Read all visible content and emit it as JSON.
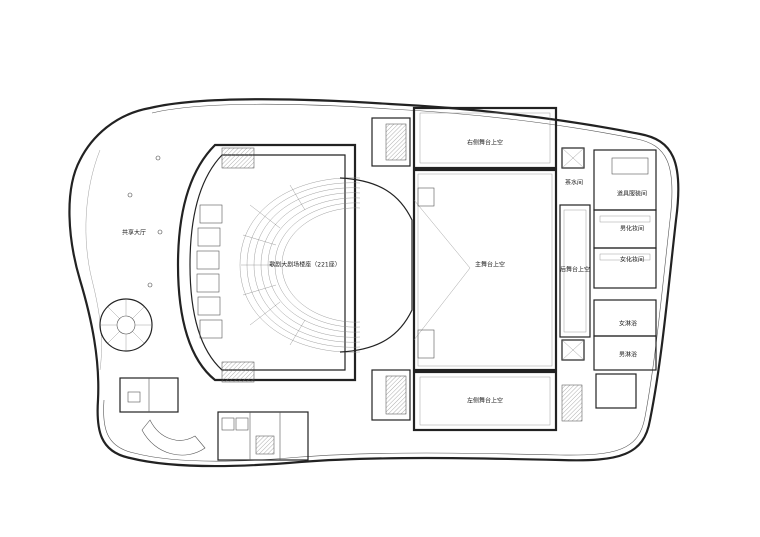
{
  "rooms": {
    "lobby": "共享大厅",
    "auditorium": "歌剧大剧场楼座（221座）",
    "main_stage": "主舞台上空",
    "right_stage": "右侧舞台上空",
    "left_stage": "左侧舞台上空",
    "back_stage": "后舞台上空",
    "water_room": "茶水间",
    "costume_room": "道具服装间",
    "male_dressing": "男化妆间",
    "female_dressing": "女化妆间",
    "female_shower": "女淋浴",
    "male_shower": "男淋浴"
  }
}
